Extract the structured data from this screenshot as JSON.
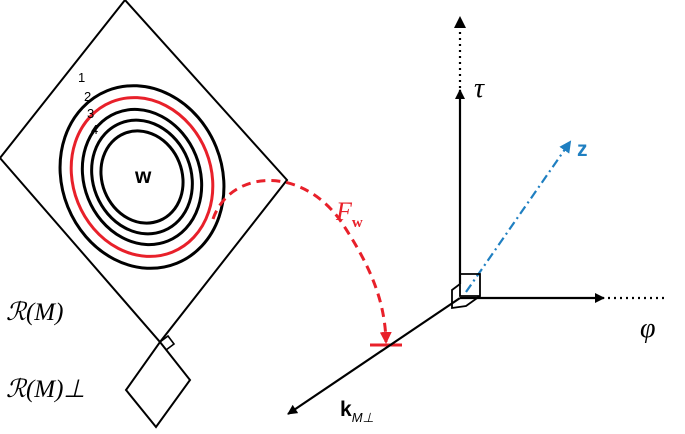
{
  "diagram": {
    "contour_labels": [
      "1",
      "2",
      "3",
      "4"
    ],
    "center_label": "w",
    "map_label": "F",
    "map_subscript": "w",
    "range_label": "ℛ(M)",
    "range_perp_label": "ℛ(M)⊥",
    "axis_tau": "τ",
    "axis_phi": "φ",
    "axis_z": "z",
    "axis_k": "k",
    "axis_k_sub": "M⊥",
    "colors": {
      "ink": "#000000",
      "highlight": "#e8202a",
      "z_axis": "#1f7fc1"
    }
  }
}
